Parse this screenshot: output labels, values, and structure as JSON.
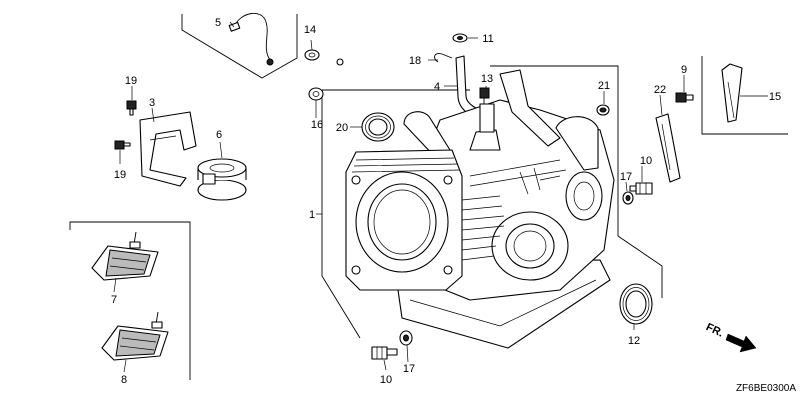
{
  "diagram_code": "ZF6BE0300A",
  "direction_label": "FR.",
  "callouts": {
    "p1": "1",
    "p3": "3",
    "p4": "4",
    "p5": "5",
    "p6": "6",
    "p7": "7",
    "p8": "8",
    "p9": "9",
    "p10a": "10",
    "p10b": "10",
    "p11": "11",
    "p12": "12",
    "p13": "13",
    "p14": "14",
    "p15": "15",
    "p16": "16",
    "p17a": "17",
    "p17b": "17",
    "p18": "18",
    "p19a": "19",
    "p19b": "19",
    "p20": "20",
    "p21": "21",
    "p22": "22"
  }
}
